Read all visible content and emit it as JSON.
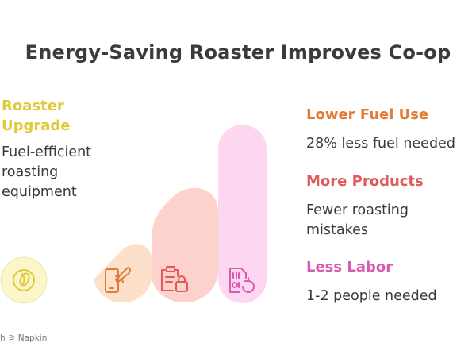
{
  "title": "Energy-Saving Roaster Improves Co-op",
  "left": {
    "title": "Roaster Upgrade",
    "description": "Fuel-efficient roasting equipment"
  },
  "outcomes": [
    {
      "title": "Lower Fuel Use",
      "description": "28% less fuel needed"
    },
    {
      "title": "More Products",
      "description": "Fewer roasting mistakes"
    },
    {
      "title": "Less Labor",
      "description": "1-2 people needed"
    }
  ],
  "icons": [
    "coffee-bean-icon",
    "rocket-phone-icon",
    "clipboard-lock-icon",
    "data-refresh-icon"
  ],
  "colors": {
    "yellow": "#e2c93a",
    "orange": "#e07c35",
    "red": "#e05a5a",
    "pink": "#d85bb0"
  },
  "footer": "h ⚞ Napkin"
}
